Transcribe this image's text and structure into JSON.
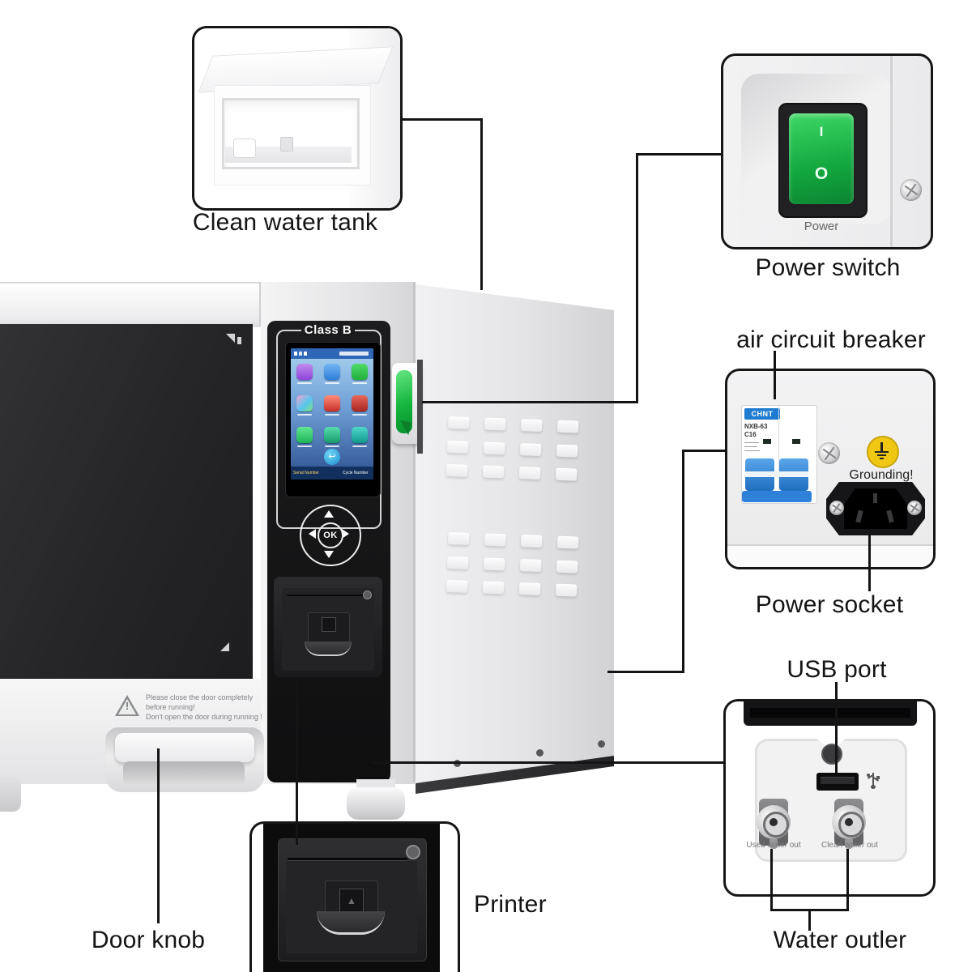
{
  "machine": {
    "panel_badge": "Class B",
    "dpad_ok": "OK",
    "warning_line1": "Please close the door completely",
    "warning_line2": "before running!",
    "warning_line3": "Don't open the door during running !",
    "screen_footer_left": "Serial Number",
    "screen_footer_right": "Cycle Number"
  },
  "callouts": {
    "clean_water_tank": "Clean water tank",
    "power_switch": "Power switch",
    "air_circuit_breaker": "air circuit breaker",
    "power_socket": "Power socket",
    "usb_port": "USB port",
    "water_outlet": "Water outler",
    "printer": "Printer",
    "door_knob": "Door knob"
  },
  "power_switch_detail": {
    "label": "Power",
    "on_mark": "I",
    "off_mark": "O"
  },
  "breaker_detail": {
    "brand": "CHNT",
    "model": "NXB-63",
    "rating": "C16",
    "grounding": "Grounding!"
  },
  "water_detail": {
    "used": "Used  water  out",
    "clean": "Clean  water  out"
  },
  "colors": {
    "switch_green": "#1fc04c",
    "breaker_blue": "#1e7bd0",
    "grounding_yellow": "#f0c814",
    "connector_line": "#141414",
    "panel_black": "#151517"
  }
}
